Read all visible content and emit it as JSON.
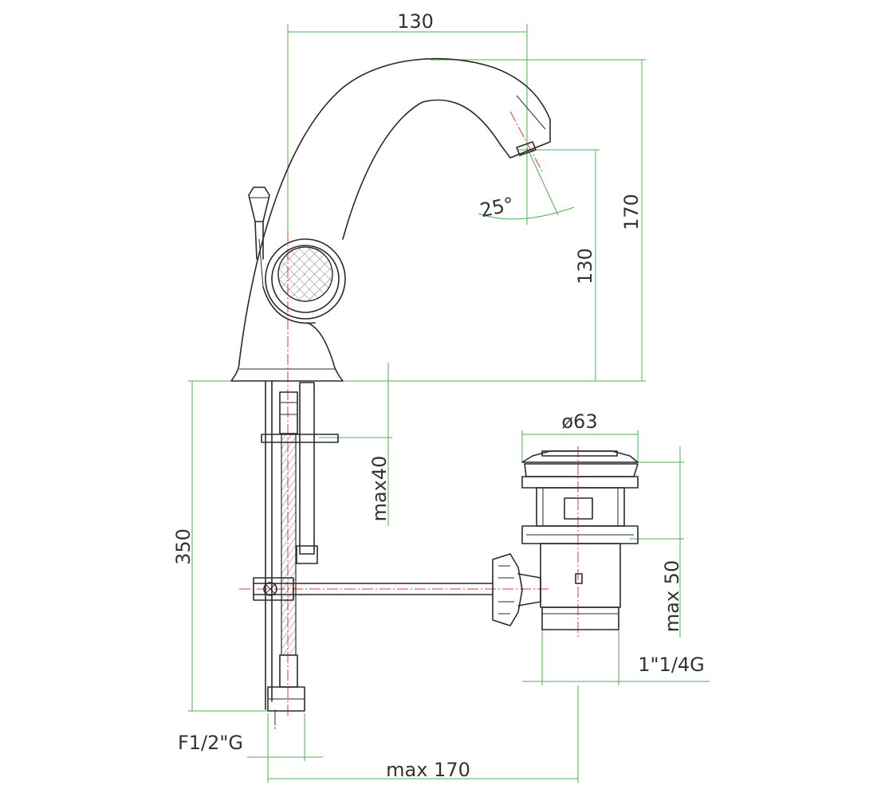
{
  "dimensions": {
    "spout_reach": "130",
    "total_height": "170",
    "spout_height": "130",
    "spout_angle": "25°",
    "below_deck_length": "350",
    "deck_thickness": "max40",
    "waste_diameter": "ø63",
    "waste_height": "max  50",
    "waste_thread": "1\"1/4G",
    "supply_thread": "F1/2\"G",
    "rod_reach": "max  170"
  },
  "colors": {
    "outline": "#2a2a2a",
    "dimension_lines": "#4caf50",
    "center_lines": "#e53935"
  }
}
